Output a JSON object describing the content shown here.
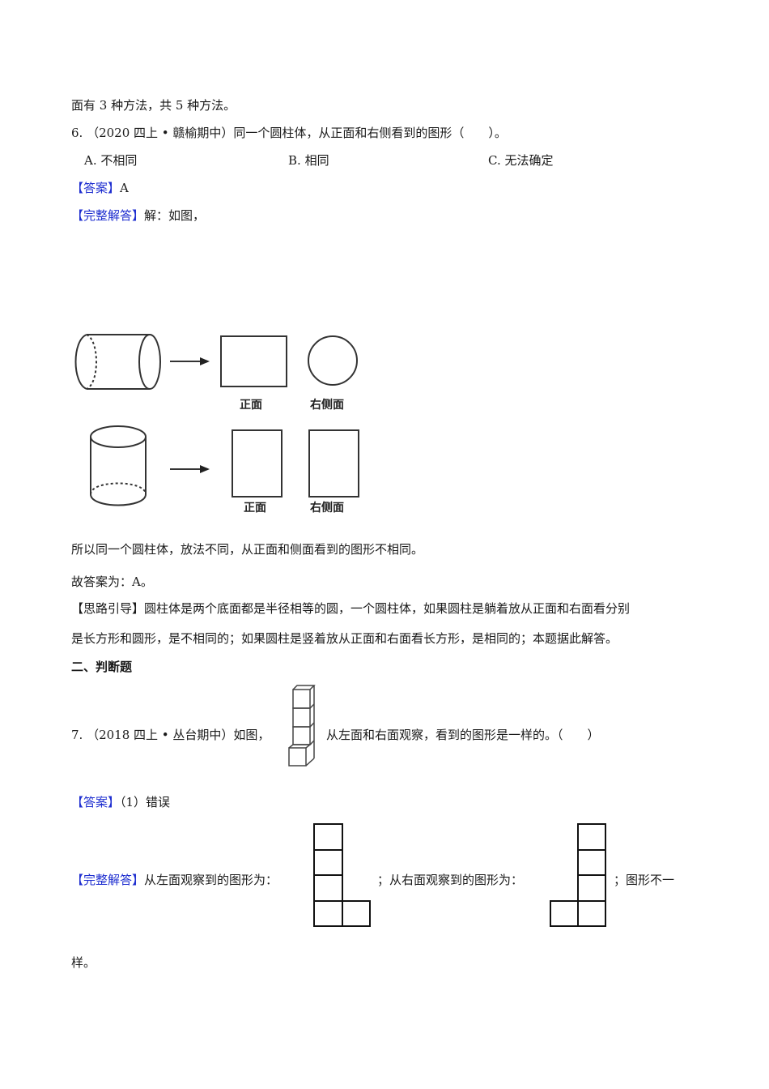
{
  "prev_tail": "面有 3 种方法，共 5 种方法。",
  "q6": {
    "number": "6.",
    "source": "（2020 四上 • 赣榆期中）",
    "stem": "同一个圆柱体，从正面和右侧看到的图形（　　）。",
    "options": [
      {
        "key": "A.",
        "text": "不相同"
      },
      {
        "key": "B.",
        "text": "相同"
      },
      {
        "key": "C.",
        "text": "无法确定"
      }
    ],
    "answer_tag": "【答案】",
    "answer": "A",
    "solution_tag": "【完整解答】",
    "solution_intro": "解：如图，",
    "figure_labels": {
      "front": "正面",
      "right_side": "右侧面"
    },
    "conclusion": "所以同一个圆柱体，放法不同，从正面和侧面看到的图形不相同。",
    "final": "故答案为：A。",
    "hint_tag": "【思路引导】",
    "hint_line1": "圆柱体是两个底面都是半径相等的圆，一个圆柱体，如果圆柱是躺着放从正面和右面看分别",
    "hint_line2": "是长方形和圆形，是不相同的；如果圆柱是竖着放从正面和右面看长方形，是相同的；本题据此解答。"
  },
  "section2": {
    "title": "二、判断题"
  },
  "q7": {
    "number": "7.",
    "source": "（2018 四上 • 丛台期中）",
    "stem_before": "如图，",
    "stem_after": "从左面和右面观察，看到的图形是一样的。（　　）",
    "answer_tag": "【答案】",
    "answer": "（1）错误",
    "solution_tag": "【完整解答】",
    "solution_left": "从左面观察到的图形为：",
    "solution_mid": "；从右面观察到的图形为：",
    "solution_right": "；图形不一",
    "solution_tail": "样。"
  },
  "colors": {
    "tag_blue": "#1f2fd0",
    "text": "#1a1a1a"
  }
}
